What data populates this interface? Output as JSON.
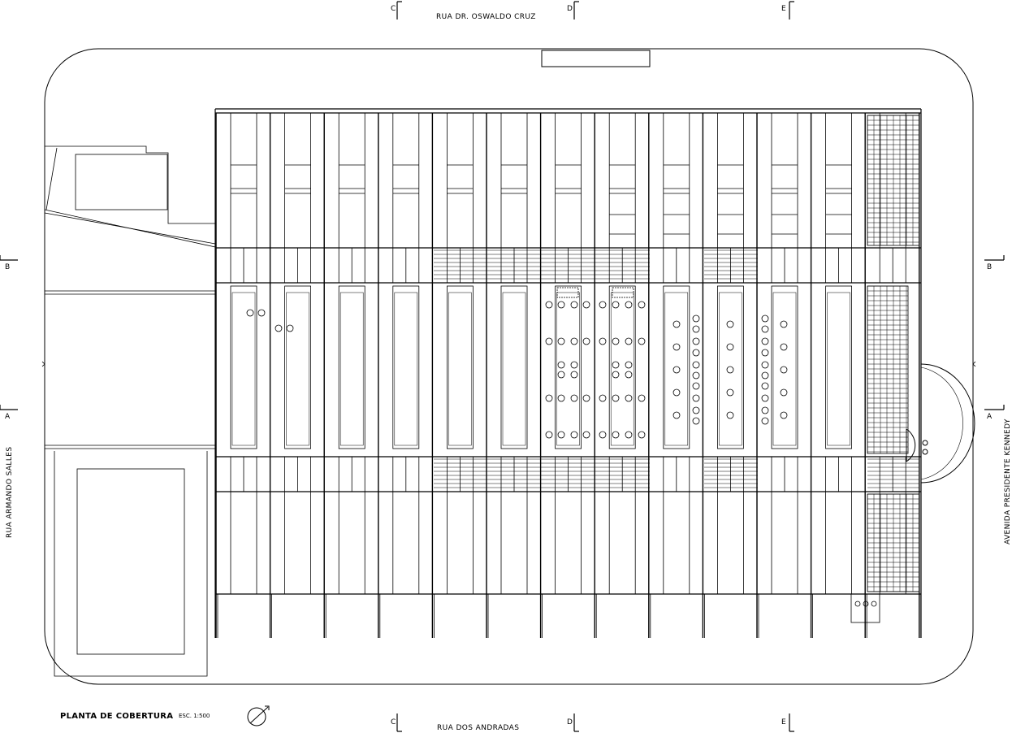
{
  "streets": {
    "top": "RUA DR. OSWALDO CRUZ",
    "bottom": "RUA DOS ANDRADAS",
    "left": "RUA ARMANDO SALLES",
    "right": "AVENIDA PRESIDENTE KENNEDY"
  },
  "section_marks": {
    "c": "C",
    "d": "D",
    "e": "E",
    "b": "B",
    "a": "A"
  },
  "title": "PLANTA DE COBERTURA",
  "scale": "ESC. 1:500",
  "north_symbol": "north-arrow-icon"
}
